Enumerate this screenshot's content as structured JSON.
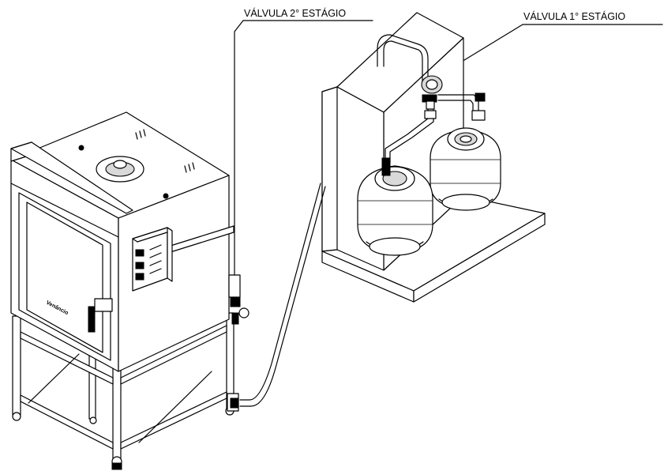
{
  "labels": {
    "valve_stage_2": "VÁLVULA 2° ESTÁGIO",
    "valve_stage_1": "VÁLVULA 1° ESTÁGIO"
  },
  "oven": {
    "brand_text": "Venâncio"
  }
}
